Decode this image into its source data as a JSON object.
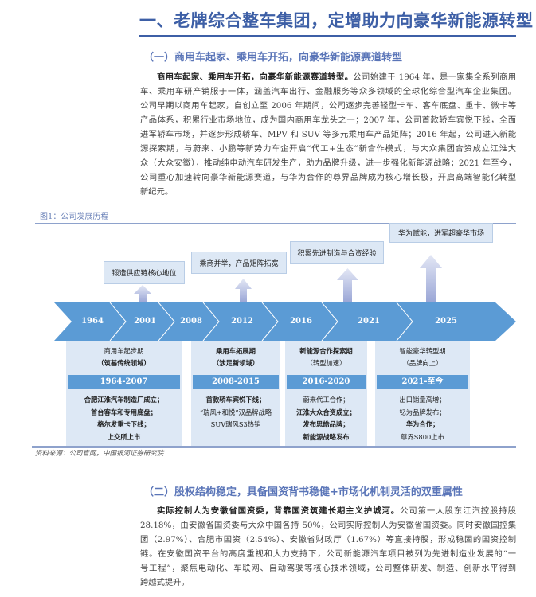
{
  "title": "一、老牌综合整车集团，定增助力向豪华新能源转型",
  "section1": {
    "heading": "（一）商用车起家、乘用车开拓，向豪华新能源赛道转型",
    "lead": "商用车起家、乘用车开拓，向豪华新能源赛道转型。",
    "lines": [
      "公司始建于 1964 年，是一家集全系列商用",
      "车、乘用车研产销服于一体，涵盖汽车出行、金融服务等众多领域的全球化综合型汽车企业集团。",
      "公司早期以商用车起家，自创立至 2006 年期间，公司逐步完善轻型卡车、客车底盘、重卡、微卡等",
      "产品体系，积累行业市场地位，成为国内商用车龙头之一；2007 年，公司首款轿车宾悦下线，全面",
      "进军轿车市场，并逐步形成轿车、MPV 和 SUV 等多元乘用车产品矩阵；2016 年起，公司进入新能",
      "源探索期，与蔚来、小鹏等新势力车企开启“代工+生态”新合作模式，与大众集团合资成立江淮大",
      "众（大众安徽），推动纯电动汽车研发生产，助力品牌升级，进一步强化新能源战略；2021 年至今，",
      "公司重心加速转向豪华新能源赛道，与华为合作的尊界品牌成为核心增长极，开启高端智能化转型",
      "新纪元。"
    ]
  },
  "figure": {
    "caption": "图1：公司发展历程",
    "years": [
      "1964",
      "2001",
      "2008",
      "2012",
      "2016",
      "2021",
      "2025"
    ],
    "milestones": [
      "锻造供应链核心地位",
      "乘商并举，产品矩阵拓宽",
      "积累先进制造与合资经验",
      "华为赋能，进军超豪华市场"
    ],
    "colors": {
      "band": "#5b9bd5",
      "panel": "#dde8f5",
      "arrow": "#a9b4dc"
    },
    "phases": [
      {
        "name": "商用车起步期",
        "sub": "（筑基传统领域）",
        "period": "1964-2007",
        "items": [
          "合肥江淮汽车制造厂成立；",
          "首台客车和专用底盘；",
          "格尔发重卡下线；",
          "上交所上市"
        ]
      },
      {
        "name": "乘用车拓展期",
        "sub": "（涉足新领域）",
        "period": "2008-2015",
        "items": [
          "首款轿车宾悦下线；",
          "“瑞风+和悦”双品牌战略",
          "SUV瑞风S3热销"
        ]
      },
      {
        "name": "新能源合作探索期",
        "sub": "（转型加速）",
        "period": "2016-2020",
        "items": [
          "蔚来代工合作；",
          "江淮大众合资成立；",
          "发布思皓品牌；",
          "新能源战略发布"
        ]
      },
      {
        "name": "智能豪华转型期",
        "sub": "（品牌向上）",
        "period": "2021-至今",
        "items": [
          "出口销量高增；",
          "钇为品牌发布；",
          "华为合作；",
          "尊界S800上市"
        ]
      }
    ],
    "source": "资料来源：公司官网，中国银河证券研究院"
  },
  "section2": {
    "heading": "（二）股权结构稳定，具备国资背书稳健+市场化机制灵活的双重属性",
    "lead": "实际控制人为安徽省国资委，背靠国资筑建长期主义护城河。",
    "lines": [
      "公司第一大股东江汽控股持股",
      "28.18%，由安徽省国资委与大众中国各持 50%，公司实际控制人为安徽省国资委。同时安徽国控集",
      "团（2.97%）、合肥市国资（2.54%）、安徽省财政厅（1.67%）等直接持股，形成稳固的国资控制",
      "链。在安徽国资平台的高度重视和大力支持下，公司新能源汽车项目被列为先进制造业发展的“一",
      "号工程”，聚焦电动化、车联网、自动驾驶等核心技术领域，公司整体研发、制造、创新水平得到",
      "跨越式提升。"
    ]
  }
}
